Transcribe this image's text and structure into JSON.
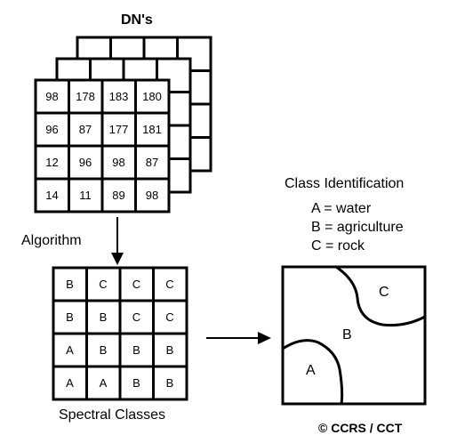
{
  "dn_label": "DN's",
  "algorithm_label": "Algorithm",
  "spectral_classes_label": "Spectral Classes",
  "class_identification": {
    "title": "Class Identification",
    "legend": [
      "A = water",
      "B = agriculture",
      "C = rock"
    ]
  },
  "dn_grid": [
    [
      "98",
      "178",
      "183",
      "180"
    ],
    [
      "96",
      "87",
      "177",
      "181"
    ],
    [
      "12",
      "96",
      "98",
      "87"
    ],
    [
      "14",
      "11",
      "89",
      "98"
    ]
  ],
  "class_grid": [
    [
      "B",
      "C",
      "C",
      "C"
    ],
    [
      "B",
      "B",
      "C",
      "C"
    ],
    [
      "A",
      "B",
      "B",
      "B"
    ],
    [
      "A",
      "A",
      "B",
      "B"
    ]
  ],
  "map_regions": [
    "A",
    "B",
    "C"
  ],
  "copyright": "© CCRS / CCT"
}
